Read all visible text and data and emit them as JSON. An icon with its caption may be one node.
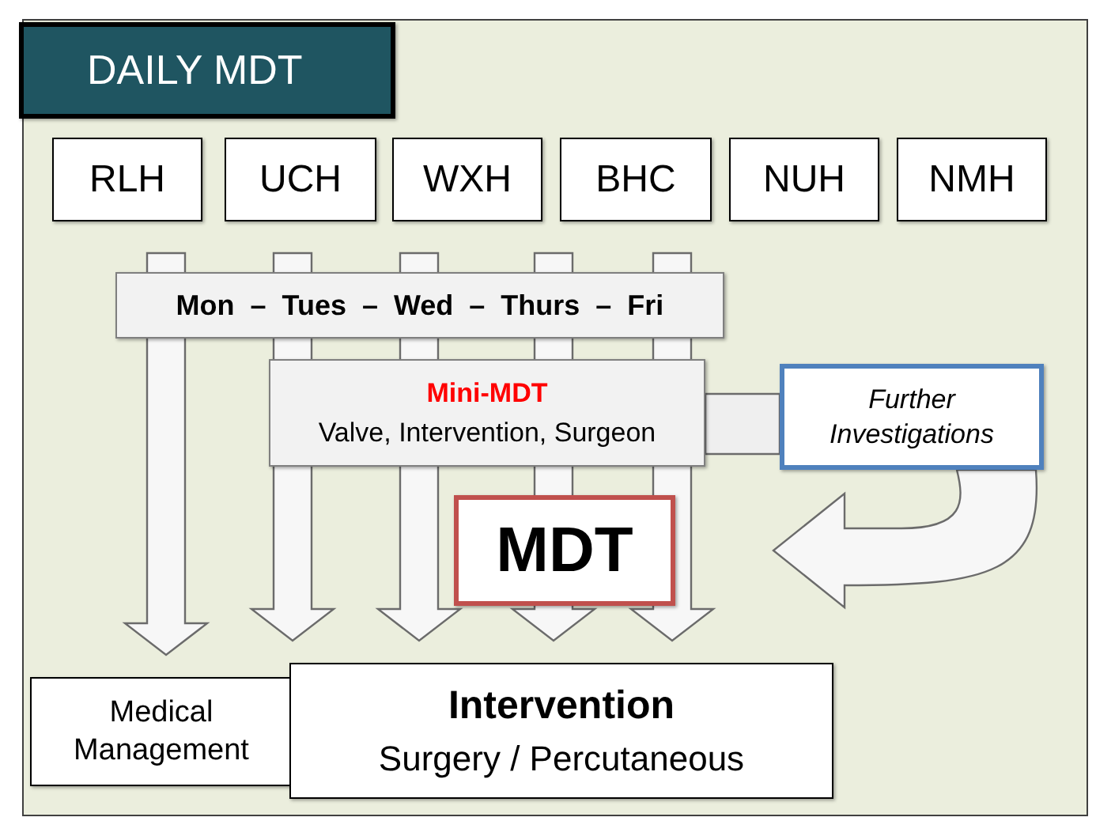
{
  "diagram": {
    "nodes": [
      {
        "text": [
          "DAILY MDT"
        ]
      },
      {
        "text": [
          "RLH"
        ]
      },
      {
        "text": [
          "UCH"
        ]
      },
      {
        "text": [
          "WXH"
        ]
      },
      {
        "text": [
          "BHC"
        ]
      },
      {
        "text": [
          "NUH"
        ]
      },
      {
        "text": [
          "NMH"
        ]
      },
      {
        "text": [
          "Mon  –  Tues  –  Wed  –  Thurs  –  Fri"
        ]
      },
      {
        "text": [
          "Mini-MDT",
          "Valve, Intervention, Surgeon"
        ]
      },
      {
        "text": [
          "Further Investigations"
        ]
      },
      {
        "text": [
          "MDT"
        ]
      },
      {
        "text": [
          "Medical Management"
        ]
      },
      {
        "text": [
          "Intervention",
          "Surgery / Percutaneous"
        ]
      }
    ],
    "edges": [
      {
        "from": null,
        "to": 11,
        "arrow": "to"
      },
      {
        "from": null,
        "to": 12,
        "arrow": "to"
      },
      {
        "from": null,
        "to": 12,
        "arrow": "to"
      },
      {
        "from": null,
        "to": 12,
        "arrow": "to"
      },
      {
        "from": null,
        "to": 12,
        "arrow": "to"
      },
      {
        "from": 8,
        "to": 9,
        "arrow": "none"
      },
      {
        "from": 9,
        "to": 10,
        "arrow": "to"
      }
    ]
  }
}
